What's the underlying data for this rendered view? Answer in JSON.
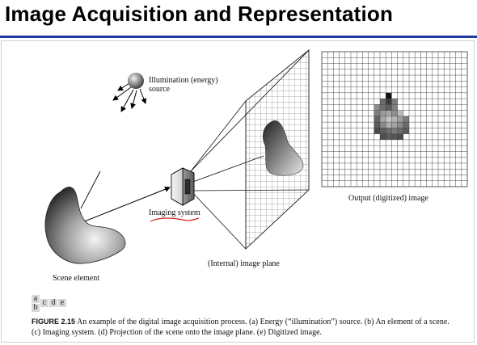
{
  "slide": {
    "title": "Image Acquisition and Representation"
  },
  "figure": {
    "labels": {
      "illumination": "Illumination (energy)",
      "illumination_line2": "source",
      "output_image": "Output (digitized) image",
      "imaging_system": "Imaging system",
      "image_plane": "(Internal) image plane",
      "scene_element": "Scene element"
    },
    "panel_keys": [
      "a",
      "b",
      "c",
      "d",
      "e"
    ],
    "caption": {
      "figure_number": "FIGURE 2.15",
      "text": "An example of the digital image acquisition process. (a) Energy (“illumination”) source. (b) An element of a scene. (c) Imaging system. (d) Projection of the scene onto the image plane. (e) Digitized image."
    },
    "digitized_pixels": [
      {
        "row": 0,
        "col": 3,
        "shade": "#111111"
      },
      {
        "row": 1,
        "col": 2,
        "shade": "#6a6a6a"
      },
      {
        "row": 1,
        "col": 3,
        "shade": "#3c3c3c"
      },
      {
        "row": 1,
        "col": 4,
        "shade": "#7a7a7a"
      },
      {
        "row": 2,
        "col": 1,
        "shade": "#8c8c8c"
      },
      {
        "row": 2,
        "col": 2,
        "shade": "#6e6e6e"
      },
      {
        "row": 2,
        "col": 3,
        "shade": "#5c5c5c"
      },
      {
        "row": 2,
        "col": 4,
        "shade": "#808080"
      },
      {
        "row": 3,
        "col": 1,
        "shade": "#7e7e7e"
      },
      {
        "row": 3,
        "col": 2,
        "shade": "#9c9c9c"
      },
      {
        "row": 3,
        "col": 3,
        "shade": "#a8a8a8"
      },
      {
        "row": 3,
        "col": 4,
        "shade": "#8e8e8e"
      },
      {
        "row": 3,
        "col": 5,
        "shade": "#bcbcbc"
      },
      {
        "row": 4,
        "col": 1,
        "shade": "#646464"
      },
      {
        "row": 4,
        "col": 2,
        "shade": "#a6a6a6"
      },
      {
        "row": 4,
        "col": 3,
        "shade": "#c6c6c6"
      },
      {
        "row": 4,
        "col": 4,
        "shade": "#b4b4b4"
      },
      {
        "row": 4,
        "col": 5,
        "shade": "#9e9e9e"
      },
      {
        "row": 4,
        "col": 6,
        "shade": "#7c7c7c"
      },
      {
        "row": 5,
        "col": 1,
        "shade": "#5a5a5a"
      },
      {
        "row": 5,
        "col": 2,
        "shade": "#8a8a8a"
      },
      {
        "row": 5,
        "col": 3,
        "shade": "#b0b0b0"
      },
      {
        "row": 5,
        "col": 4,
        "shade": "#a2a2a2"
      },
      {
        "row": 5,
        "col": 5,
        "shade": "#8a8a8a"
      },
      {
        "row": 5,
        "col": 6,
        "shade": "#6a6a6a"
      },
      {
        "row": 6,
        "col": 1,
        "shade": "#4a4a4a"
      },
      {
        "row": 6,
        "col": 2,
        "shade": "#5e5e5e"
      },
      {
        "row": 6,
        "col": 3,
        "shade": "#6e6e6e"
      },
      {
        "row": 6,
        "col": 4,
        "shade": "#7a7a7a"
      },
      {
        "row": 6,
        "col": 5,
        "shade": "#6c6c6c"
      },
      {
        "row": 6,
        "col": 6,
        "shade": "#5a5a5a"
      },
      {
        "row": 7,
        "col": 2,
        "shade": "#4e4e4e"
      },
      {
        "row": 7,
        "col": 3,
        "shade": "#5a5a5a"
      },
      {
        "row": 7,
        "col": 4,
        "shade": "#555555"
      },
      {
        "row": 7,
        "col": 5,
        "shade": "#4c4c4c"
      }
    ]
  }
}
